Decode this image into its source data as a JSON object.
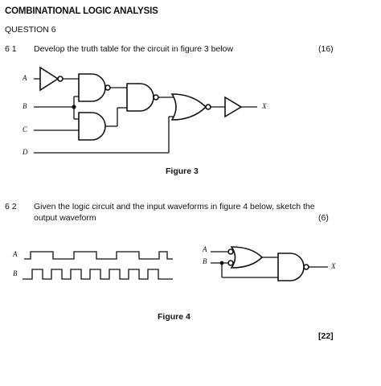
{
  "header": {
    "title": "COMBINATIONAL LOGIC ANALYSIS",
    "question": "QUESTION 6"
  },
  "q61": {
    "number": "6 1",
    "text": "Develop the truth table for the circuit in figure 3 below",
    "marks": "(16)",
    "figure_label": "Figure 3",
    "inputs": [
      "A",
      "B",
      "C",
      "D"
    ],
    "output": "X"
  },
  "q62": {
    "number": "6 2",
    "text_line1": "Given the logic circuit and the input waveforms in figure 4 below, sketch the",
    "text_line2": "output waveform",
    "marks": "(6)",
    "figure_label": "Figure 4",
    "wave_labels": [
      "A",
      "B"
    ],
    "circuit_inputs": [
      "A",
      "B"
    ],
    "output": "X"
  },
  "total": "[22]"
}
